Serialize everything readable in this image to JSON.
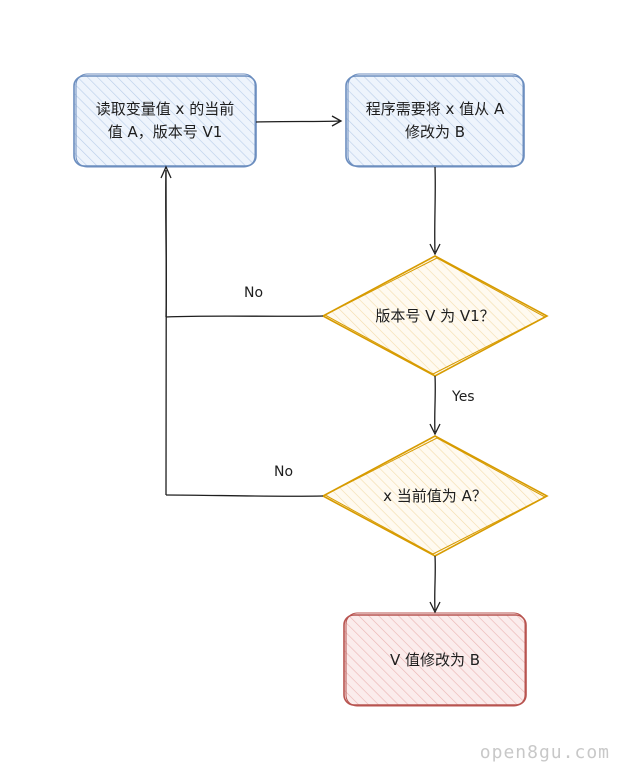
{
  "nodes": {
    "read_value": {
      "line1": "读取变量值 x 的当前",
      "line2": "值 A，版本号 V1"
    },
    "modify_intent": {
      "line1": "程序需要将 x 值从 A",
      "line2": "修改为 B"
    },
    "check_version": {
      "text": "版本号 V 为 V1？"
    },
    "check_value": {
      "text": "x 当前值为 A？"
    },
    "update_value": {
      "text": "V 值修改为 B"
    }
  },
  "edges": {
    "version_no": "No",
    "version_yes": "Yes",
    "value_no": "No"
  },
  "colors": {
    "process_stroke": "#6c8ebf",
    "process_fill": "#dae8fc",
    "decision_stroke": "#d79b00",
    "decision_fill": "#fff2cc",
    "terminal_stroke": "#b85450",
    "terminal_fill": "#f8cecc",
    "line": "#1e1e1e"
  },
  "watermark": "open8gu.com"
}
